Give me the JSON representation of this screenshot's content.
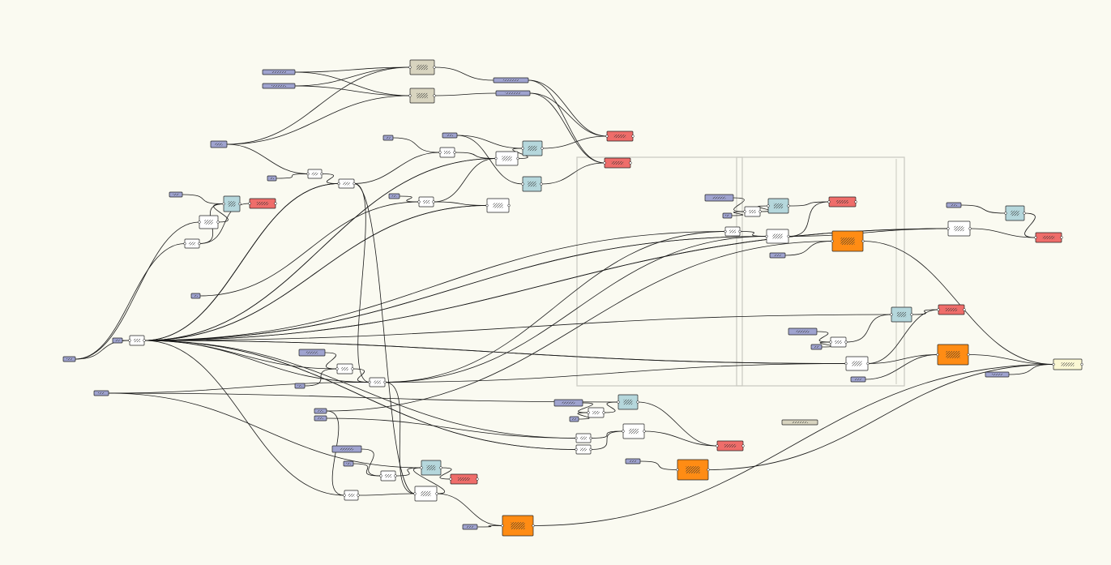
{
  "canvas": {
    "title": "",
    "background": "#fafaf1"
  },
  "colors": {
    "param": "#9fa3cf",
    "comp": "#ffffff",
    "panel": "#d8d4bf",
    "preview": "#b5d7dc",
    "output": "#ef6d6a",
    "bake": "#ff8c14",
    "final": "#fbf8d4",
    "group_frame": "#c9c9c0",
    "wire": "#1a1a1a"
  },
  "node_kinds": [
    "param",
    "comp",
    "panel",
    "preview",
    "output",
    "bake",
    "final"
  ],
  "groups": [
    "group-a",
    "group-b"
  ]
}
